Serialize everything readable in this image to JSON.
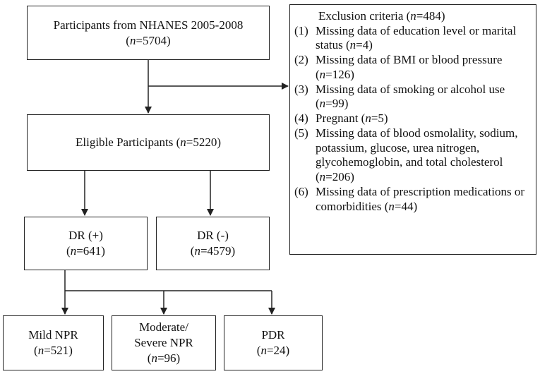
{
  "nodes": {
    "participants": {
      "label": "Participants from NHANES 2005-2008",
      "n_prefix": "(",
      "n_var": "n",
      "n_value": "=5704)"
    },
    "eligible": {
      "label": "Eligible Participants (",
      "n_var": "n",
      "n_value": "=5220)"
    },
    "dr_pos": {
      "label": "DR (+)",
      "n_prefix": "(",
      "n_var": "n",
      "n_value": "=641)"
    },
    "dr_neg": {
      "label": "DR (-)",
      "n_prefix": "(",
      "n_var": "n",
      "n_value": "=4579)"
    },
    "mild": {
      "label": "Mild NPR",
      "n_prefix": "(",
      "n_var": "n",
      "n_value": "=521)"
    },
    "moderate": {
      "label_line1": "Moderate/",
      "label_line2": "Severe NPR",
      "n_prefix": "(",
      "n_var": "n",
      "n_value": "=96)"
    },
    "pdr": {
      "label": "PDR",
      "n_prefix": "(",
      "n_var": "n",
      "n_value": "=24)"
    }
  },
  "exclusion": {
    "title": "Exclusion criteria (",
    "title_n_var": "n",
    "title_n_value": "=484)",
    "items": [
      {
        "num": "(1)",
        "pre": "Missing data of education level or marital status (",
        "n_var": "n",
        "post": "=4)"
      },
      {
        "num": "(2)",
        "pre": "Missing data of BMI or blood pressure (",
        "n_var": "n",
        "post": "=126)"
      },
      {
        "num": "(3)",
        "pre": "Missing data of smoking or alcohol use (",
        "n_var": "n",
        "post": "=99)"
      },
      {
        "num": "(4)",
        "pre": "Pregnant (",
        "n_var": "n",
        "post": "=5)"
      },
      {
        "num": "(5)",
        "pre": "Missing data of blood osmolality, sodium, potassium, glucose, urea nitrogen, glycohemoglobin, and total cholesterol (",
        "n_var": "n",
        "post": "=206)"
      },
      {
        "num": "(6)",
        "pre": "Missing data of prescription medications or comorbidities (",
        "n_var": "n",
        "post": "=44)"
      }
    ]
  }
}
